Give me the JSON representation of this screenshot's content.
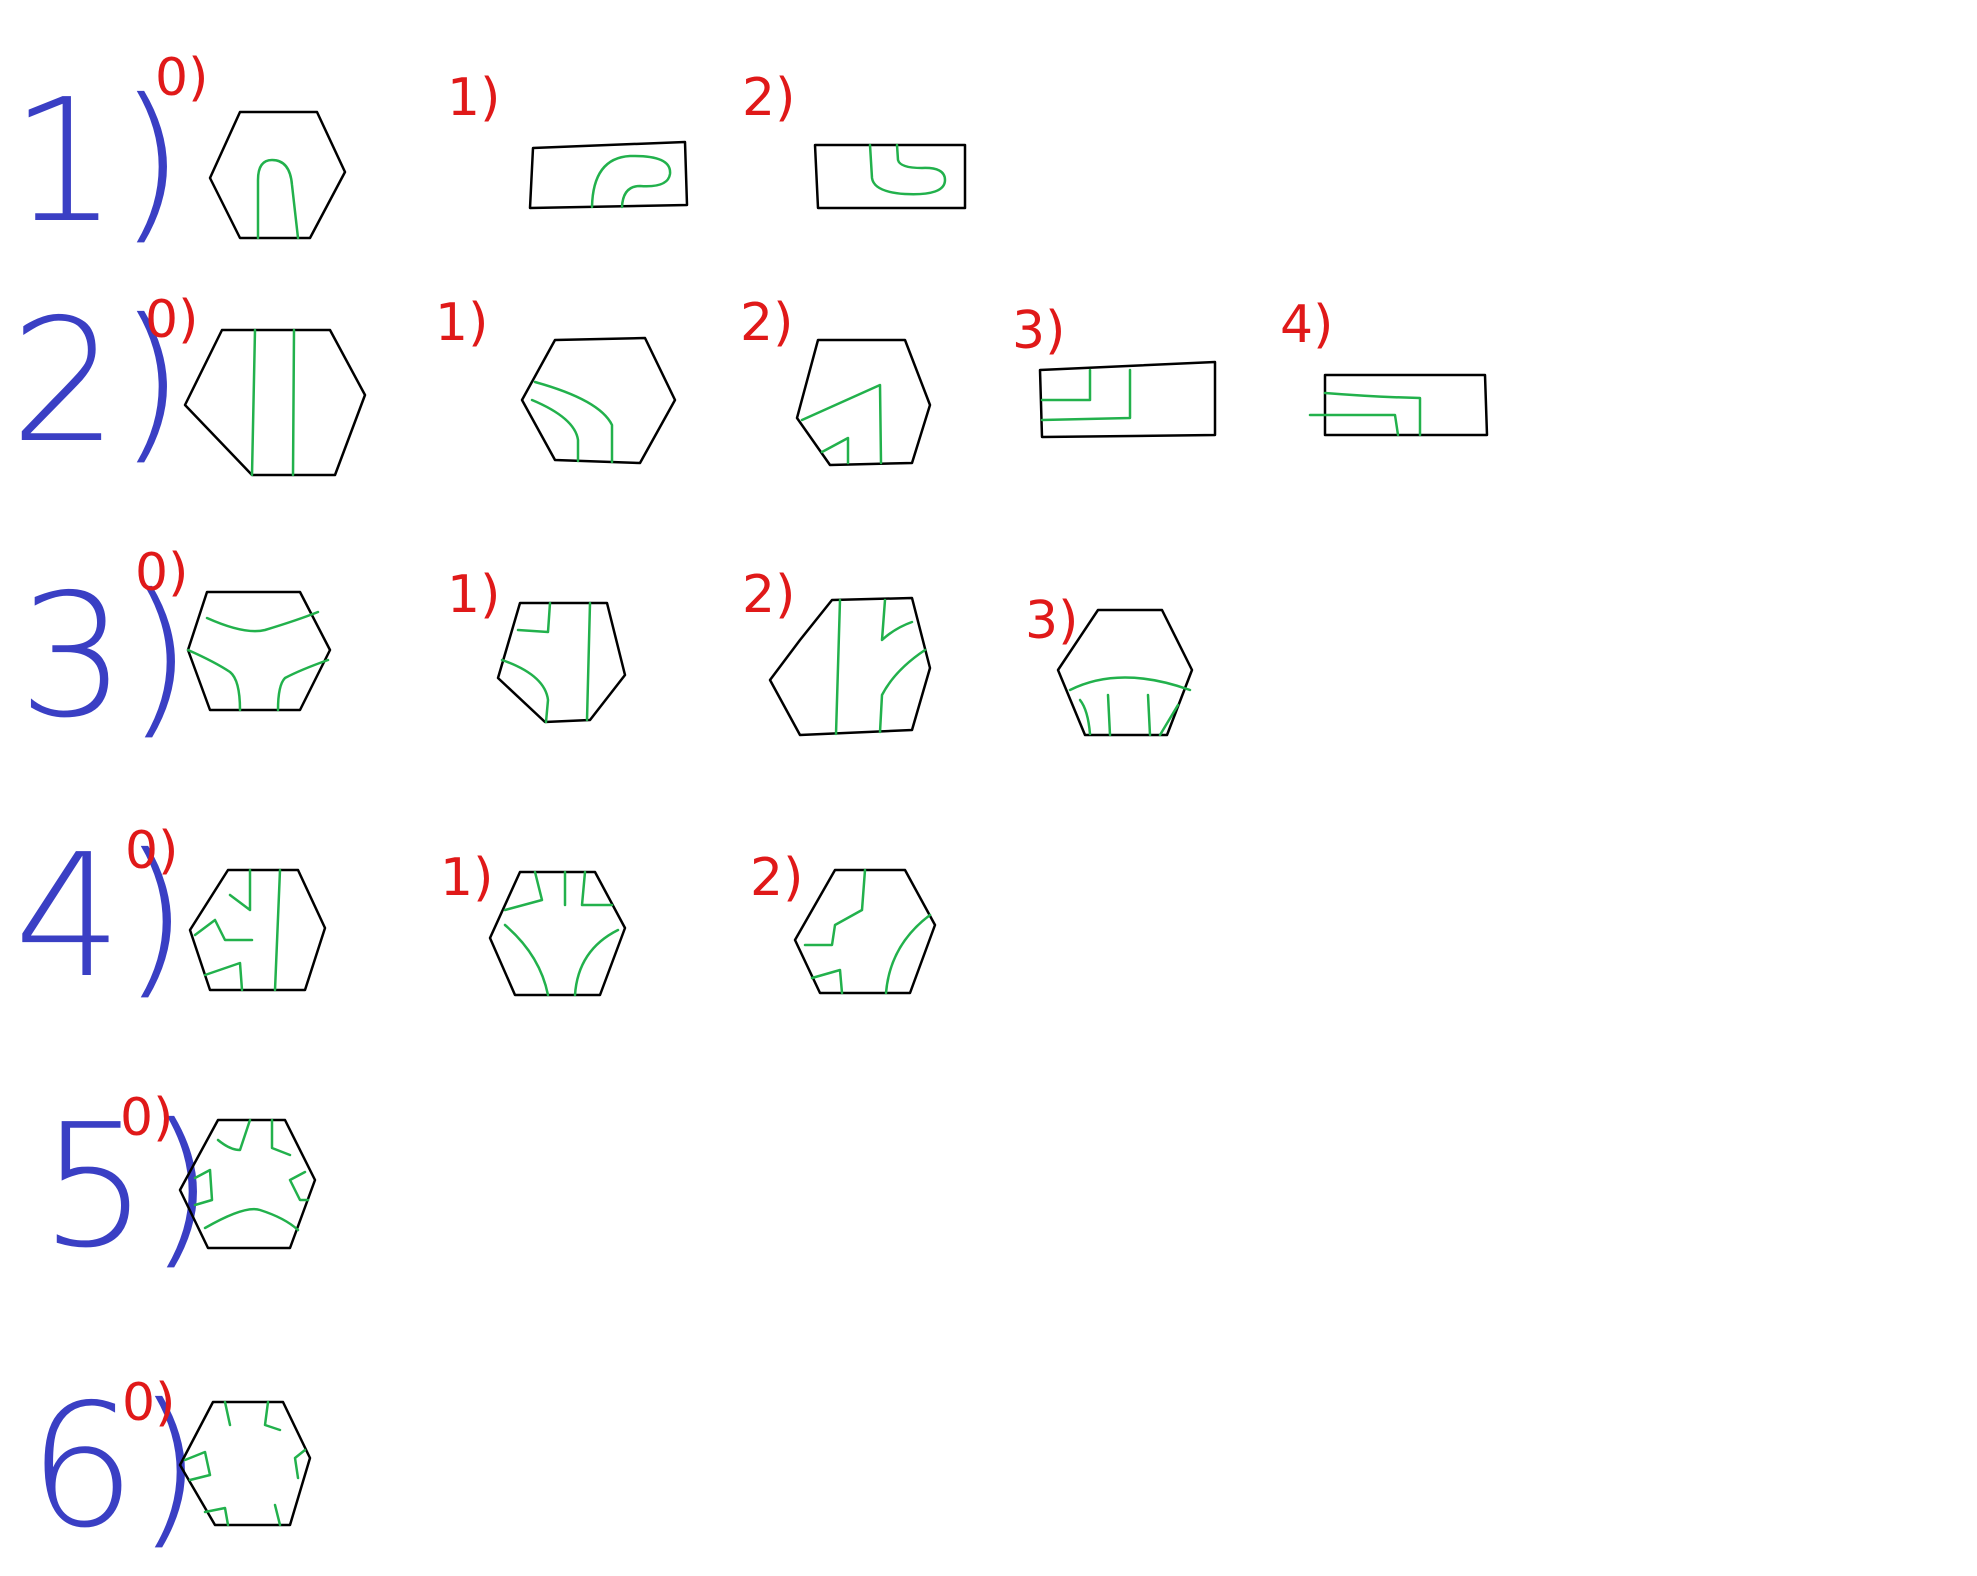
{
  "colors": {
    "group_label": "#3a3fc4",
    "variant_label": "#e01919",
    "outline": "#000000",
    "road": "#22b14c"
  },
  "groups": [
    {
      "label": "1)",
      "variants": [
        {
          "label": "0)",
          "shape": "hexagon"
        },
        {
          "label": "1)",
          "shape": "rectangle"
        },
        {
          "label": "2)",
          "shape": "rectangle"
        }
      ]
    },
    {
      "label": "2)",
      "variants": [
        {
          "label": "0)",
          "shape": "hexagon"
        },
        {
          "label": "1)",
          "shape": "hexagon"
        },
        {
          "label": "2)",
          "shape": "hexagon"
        },
        {
          "label": "3)",
          "shape": "rectangle"
        },
        {
          "label": "4)",
          "shape": "rectangle"
        }
      ]
    },
    {
      "label": "3)",
      "variants": [
        {
          "label": "0)",
          "shape": "hexagon"
        },
        {
          "label": "1)",
          "shape": "hexagon"
        },
        {
          "label": "2)",
          "shape": "hexagon"
        },
        {
          "label": "3)",
          "shape": "hexagon"
        }
      ]
    },
    {
      "label": "4)",
      "variants": [
        {
          "label": "0)",
          "shape": "hexagon"
        },
        {
          "label": "1)",
          "shape": "hexagon"
        },
        {
          "label": "2)",
          "shape": "hexagon"
        }
      ]
    },
    {
      "label": "5)",
      "variants": [
        {
          "label": "0)",
          "shape": "hexagon"
        }
      ]
    },
    {
      "label": "6)",
      "variants": [
        {
          "label": "0)",
          "shape": "hexagon"
        }
      ]
    }
  ]
}
